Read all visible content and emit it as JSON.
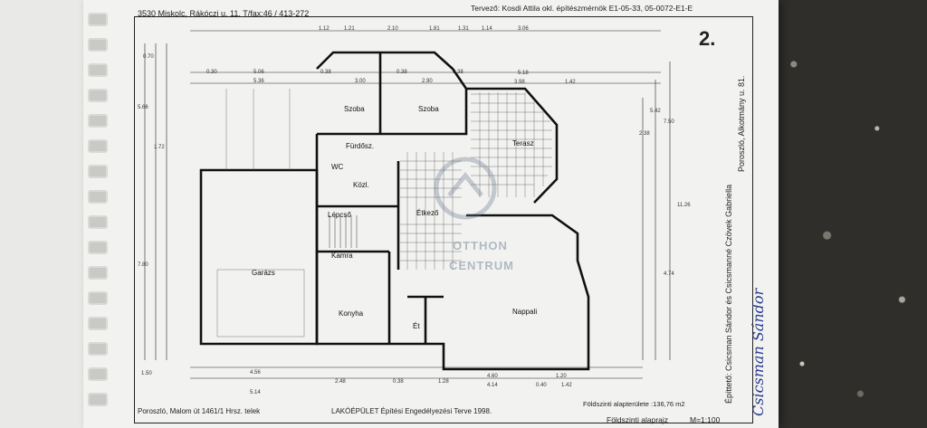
{
  "header": {
    "address": "3530 Miskolc, Rákóczi u. 11. T/fax:46 / 413-272",
    "designer": "Tervező: Kosdi Attila okl. építészmérnök E1-05-33, 05-0072-E1-E",
    "sheet_number": "2."
  },
  "rooms": {
    "szoba1": "Szoba",
    "szoba2": "Szoba",
    "furdo": "Fürdősz.",
    "wc": "WC",
    "kozl": "Közl.",
    "terasz": "Terasz",
    "lepcso": "Lépcső",
    "etkezo": "Étkező",
    "kamra": "Kamra",
    "garazs": "Garázs",
    "konyha": "Konyha",
    "et": "Ét",
    "nappali": "Nappali"
  },
  "dimensions": {
    "top": [
      "1.12",
      "1.21",
      "2.10",
      "1.81",
      "1.31",
      "1.14",
      "3.06"
    ],
    "row2": [
      "0.30",
      "5.06",
      "5.36",
      "0.38",
      "3.00",
      "0.38",
      "2.90",
      "0.38",
      "5.18",
      "3.98",
      "1.42"
    ],
    "bottom": [
      "4.56",
      "5.14",
      "2.48",
      "0.38",
      "1.28",
      "4.60",
      "4.14",
      "0.40",
      "1.20",
      "1.42"
    ],
    "left": [
      "0.70",
      "1.72",
      "5.66",
      "7.80",
      "1.50"
    ],
    "right": [
      "2.38",
      "5.42",
      "7.50",
      "11.26",
      "4.74"
    ]
  },
  "watermark": {
    "line1": "OTTHON",
    "line2": "CENTRUM"
  },
  "side_text": {
    "builder": "Építtető: Csicsman Sándor és Csicsmanné Czövek Gabriella",
    "location": "Poroszló, Alkotmány u. 81."
  },
  "footer": {
    "location": "Poroszló, Malom út 1461/1 Hrsz. telek",
    "project": "LAKÓÉPÜLET Építési Engedélyezési Terve 1998.",
    "area_label": "Földszinti alapterülete :136,76 m2",
    "plan_label": "Földszinti alaprajz",
    "scale": "M=1:100"
  },
  "handwriting": "Csicsman Sándor",
  "colors": {
    "paper": "#f2f3f1",
    "ink": "#222222",
    "stone": "#2f2e2b",
    "pen": "#2a3b8f"
  }
}
